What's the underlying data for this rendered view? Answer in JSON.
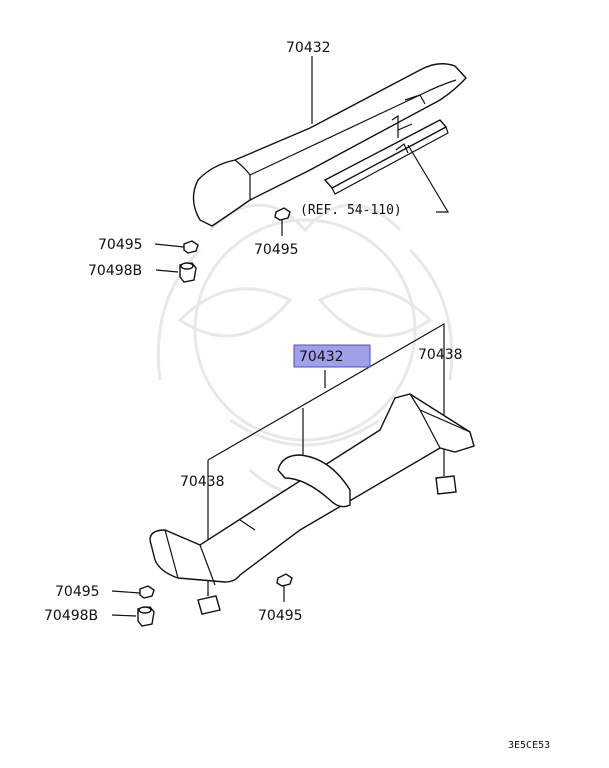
{
  "labels": {
    "upper_spoiler": "70432",
    "upper_clip": "70495",
    "upper_left_clip": "70495",
    "upper_left_grommet": "70498B",
    "reference": "(REF. 54-110)",
    "lower_spoiler": "70432",
    "right_pad": "70438",
    "left_pad": "70438",
    "lower_left_clip": "70495",
    "lower_left_grommet": "70498B",
    "lower_clip": "70495"
  },
  "diagram_code": "3E5CE53",
  "colors": {
    "highlight": "#8080e0",
    "line": "#111111",
    "watermark": "#e8e8e8"
  }
}
